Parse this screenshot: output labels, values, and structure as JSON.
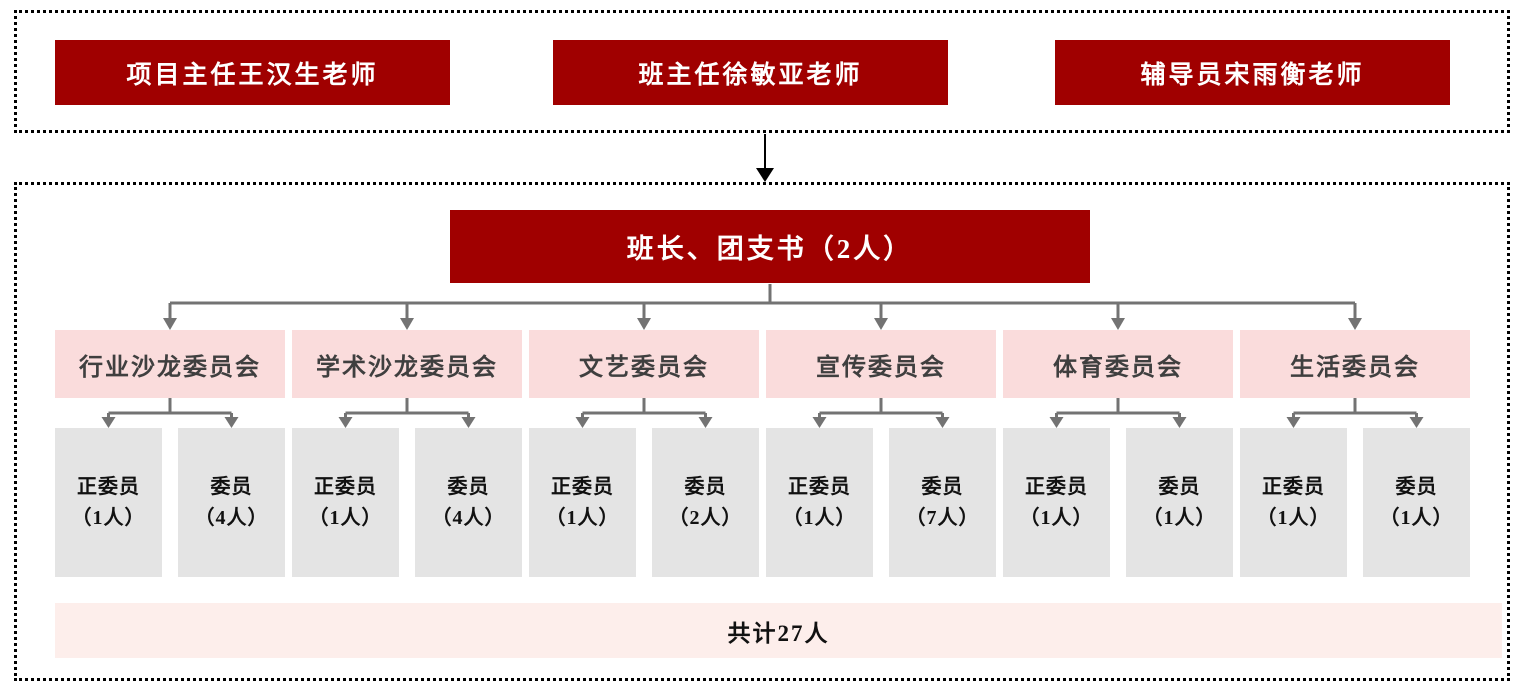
{
  "colors": {
    "dark_red": "#A00000",
    "committee_pink": "#FADCDC",
    "total_bar_pink": "#FDEEEB",
    "member_gray": "#E4E4E4",
    "connector_gray": "#737373",
    "top_arrow_black": "#000000"
  },
  "teachers": {
    "boxes": [
      {
        "label": "项目主任王汉生老师"
      },
      {
        "label": "班主任徐敏亚老师"
      },
      {
        "label": "辅导员宋雨衡老师"
      }
    ]
  },
  "org": {
    "root": {
      "label": "班长、团支书（2人）"
    },
    "committees": [
      {
        "label": "行业沙龙委员会",
        "members": [
          {
            "role": "正委员",
            "count": "（1人）"
          },
          {
            "role": "委员",
            "count": "（4人）"
          }
        ]
      },
      {
        "label": "学术沙龙委员会",
        "members": [
          {
            "role": "正委员",
            "count": "（1人）"
          },
          {
            "role": "委员",
            "count": "（4人）"
          }
        ]
      },
      {
        "label": "文艺委员会",
        "members": [
          {
            "role": "正委员",
            "count": "（1人）"
          },
          {
            "role": "委员",
            "count": "（2人）"
          }
        ]
      },
      {
        "label": "宣传委员会",
        "members": [
          {
            "role": "正委员",
            "count": "（1人）"
          },
          {
            "role": "委员",
            "count": "（7人）"
          }
        ]
      },
      {
        "label": "体育委员会",
        "members": [
          {
            "role": "正委员",
            "count": "（1人）"
          },
          {
            "role": "委员",
            "count": "（1人）"
          }
        ]
      },
      {
        "label": "生活委员会",
        "members": [
          {
            "role": "正委员",
            "count": "（1人）"
          },
          {
            "role": "委员",
            "count": "（1人）"
          }
        ]
      }
    ],
    "total": {
      "label": "共计27人"
    }
  }
}
